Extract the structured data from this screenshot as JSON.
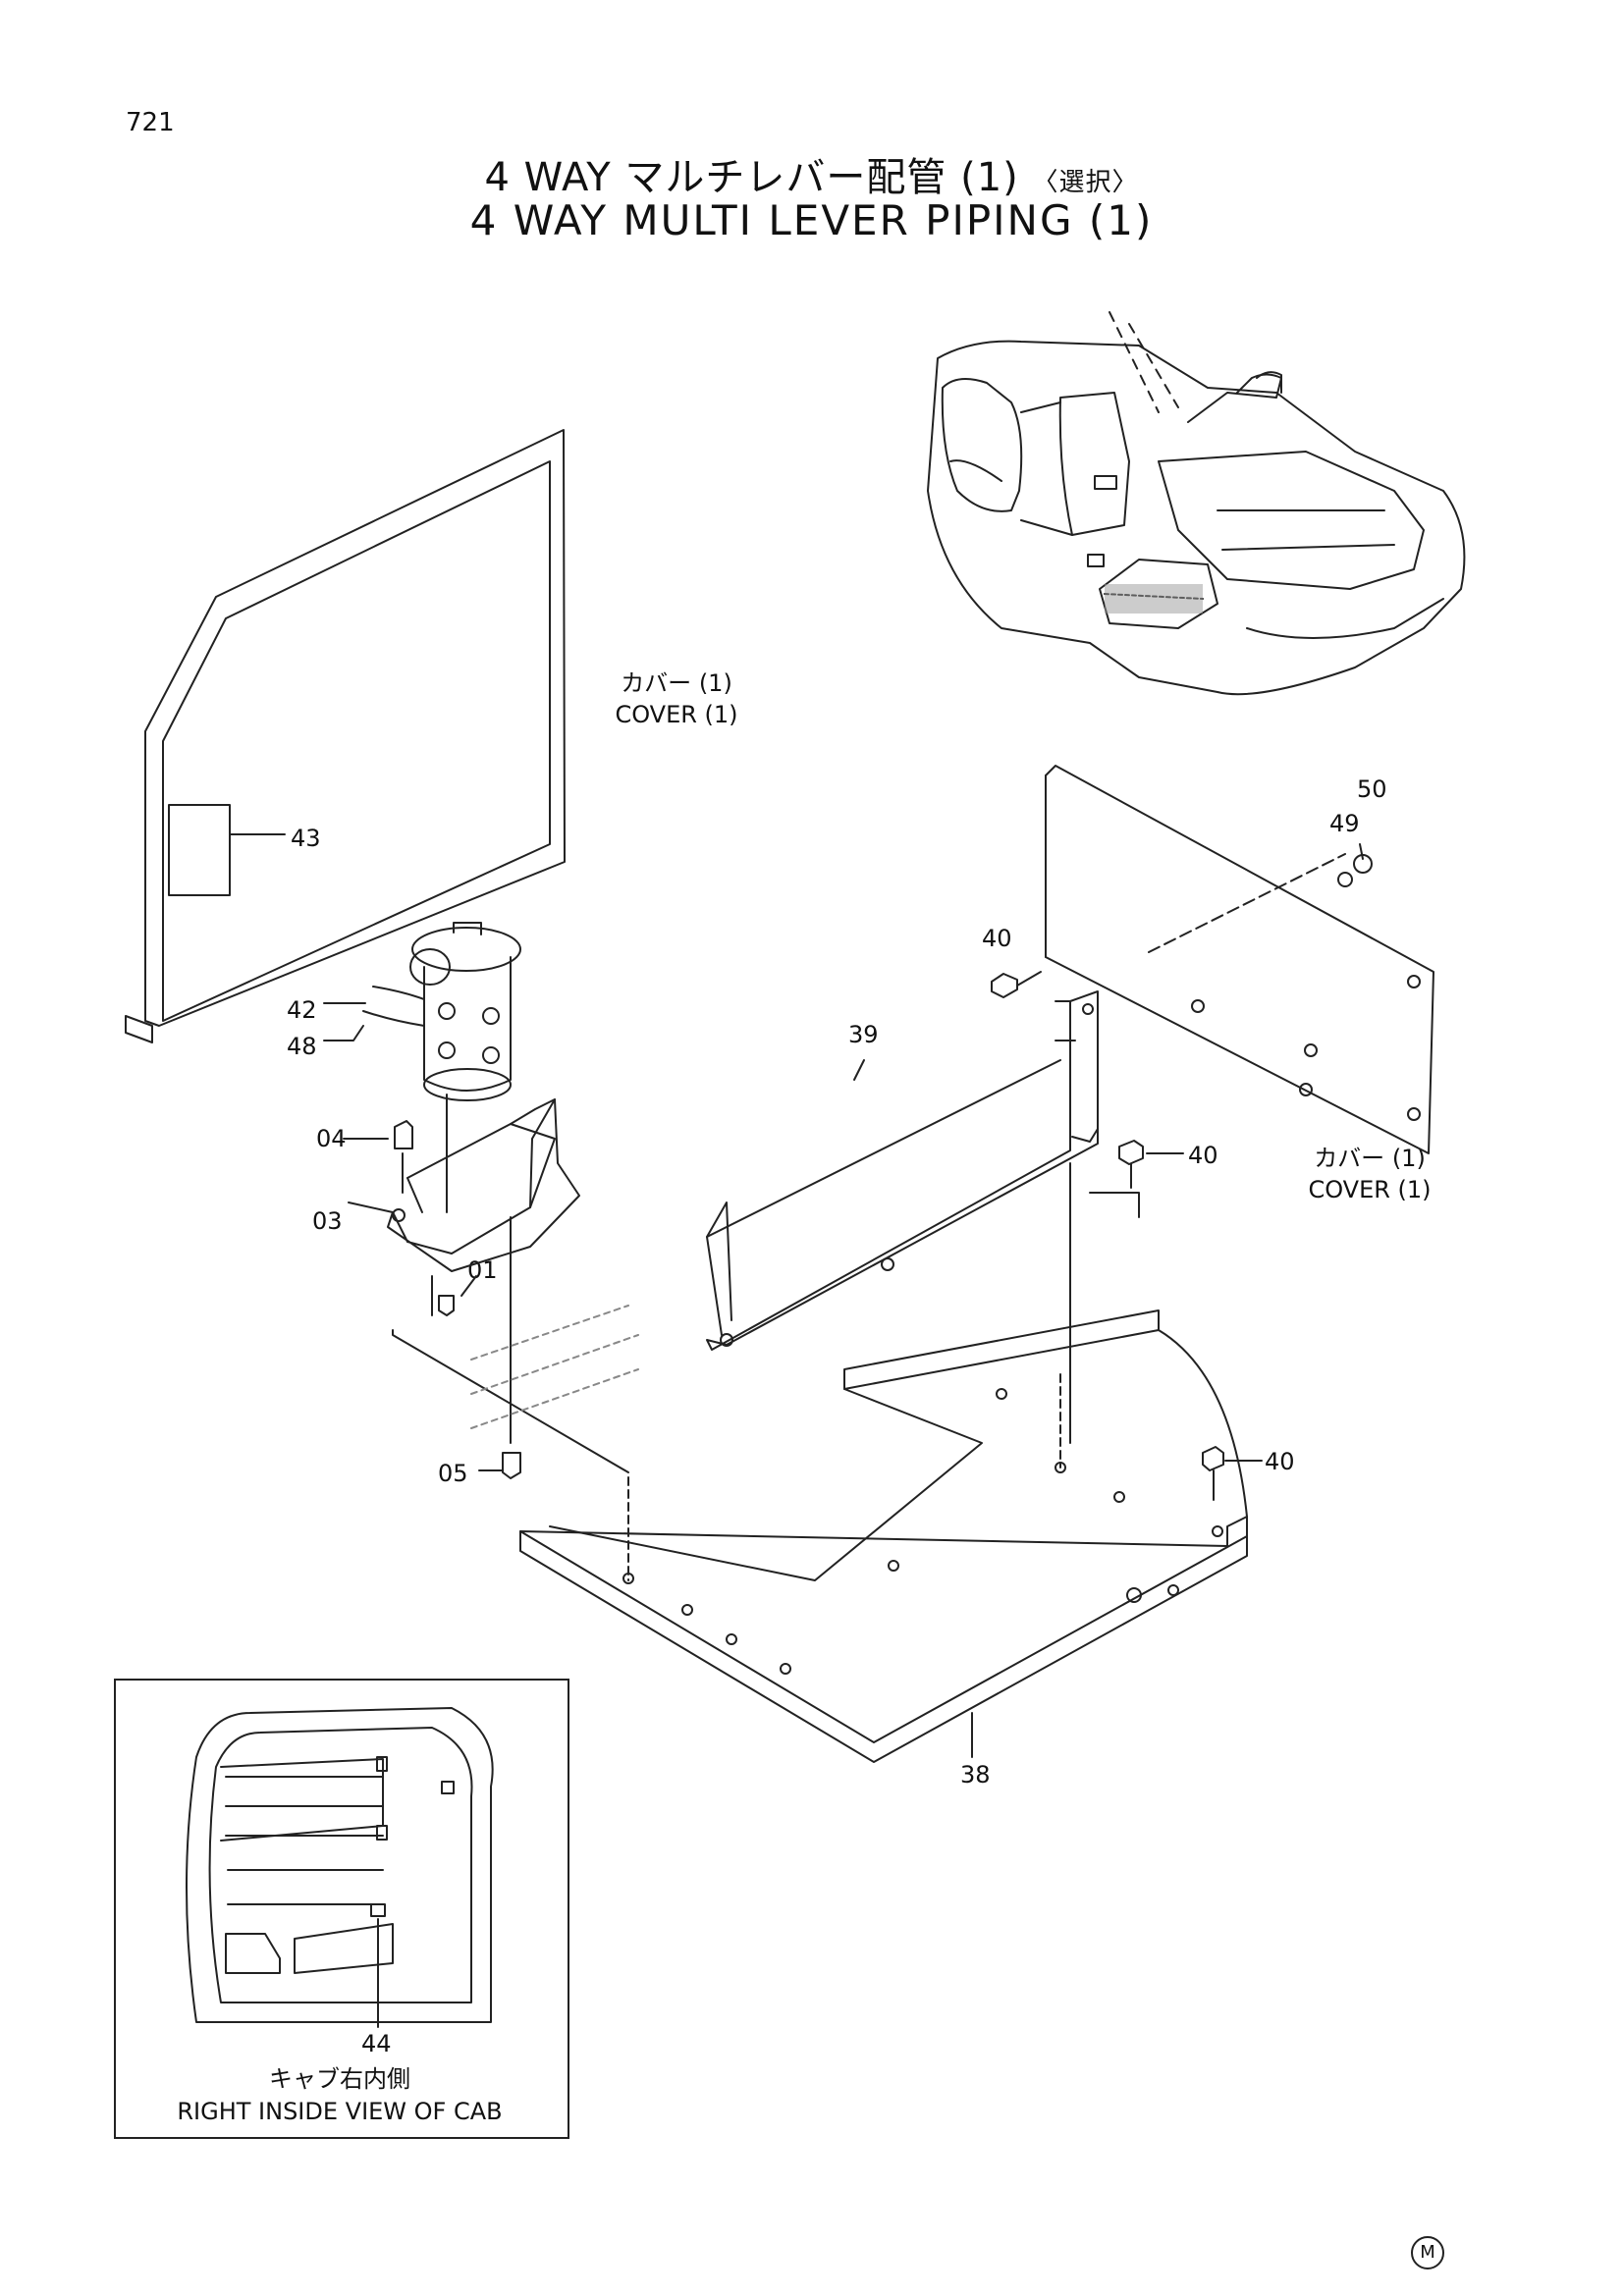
{
  "page_number": "721",
  "title_jp": "4 WAY マルチレバー配管 (1)",
  "title_jp_suffix": "〈選択〉",
  "title_en": "4 WAY MULTI LEVER PIPING (1)",
  "cover_left": {
    "jp": "カバー (1)",
    "en": "COVER (1)"
  },
  "cover_right": {
    "jp": "カバー (1)",
    "en": "COVER (1)"
  },
  "callouts": {
    "c43": "43",
    "c42": "42",
    "c48": "48",
    "c04": "04",
    "c03": "03",
    "c01": "01",
    "c05": "05",
    "c39": "39",
    "c40a": "40",
    "c40b": "40",
    "c40c": "40",
    "c49": "49",
    "c50": "50",
    "c38": "38",
    "c44": "44"
  },
  "inset_caption": {
    "jp": "キャブ右内側",
    "en": "RIGHT INSIDE VIEW OF CAB"
  },
  "corner_mark": "M"
}
